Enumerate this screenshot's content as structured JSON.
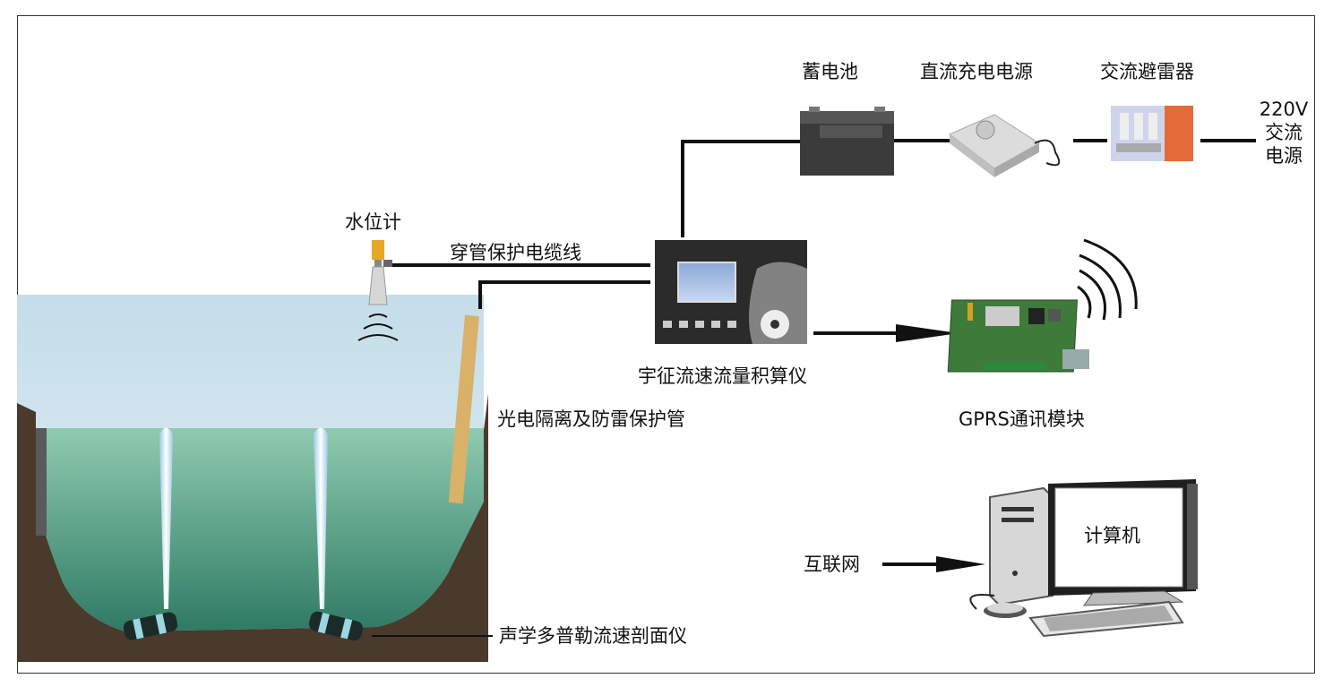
{
  "labels": {
    "battery": "蓄电池",
    "dc_power": "直流充电电源",
    "ac_arrester": "交流避雷器",
    "ac_source_line1": "220V",
    "ac_source_line2": "交流",
    "ac_source_line3": "电源",
    "level_gauge": "水位计",
    "cable": "穿管保护电缆线",
    "integrator": "宇征流速流量积算仪",
    "isolation_pipe": "光电隔离及防雷保护管",
    "gprs": "GPRS通讯模块",
    "computer": "计算机",
    "internet": "互联网",
    "adcp": "声学多普勒流速剖面仪"
  },
  "colors": {
    "sky": "#cfe3ee",
    "water": "#6fb79a",
    "soil": "#4a3a2c",
    "pipe": "#d9b169",
    "line": "#111111",
    "arrester": "#e46a3a"
  }
}
